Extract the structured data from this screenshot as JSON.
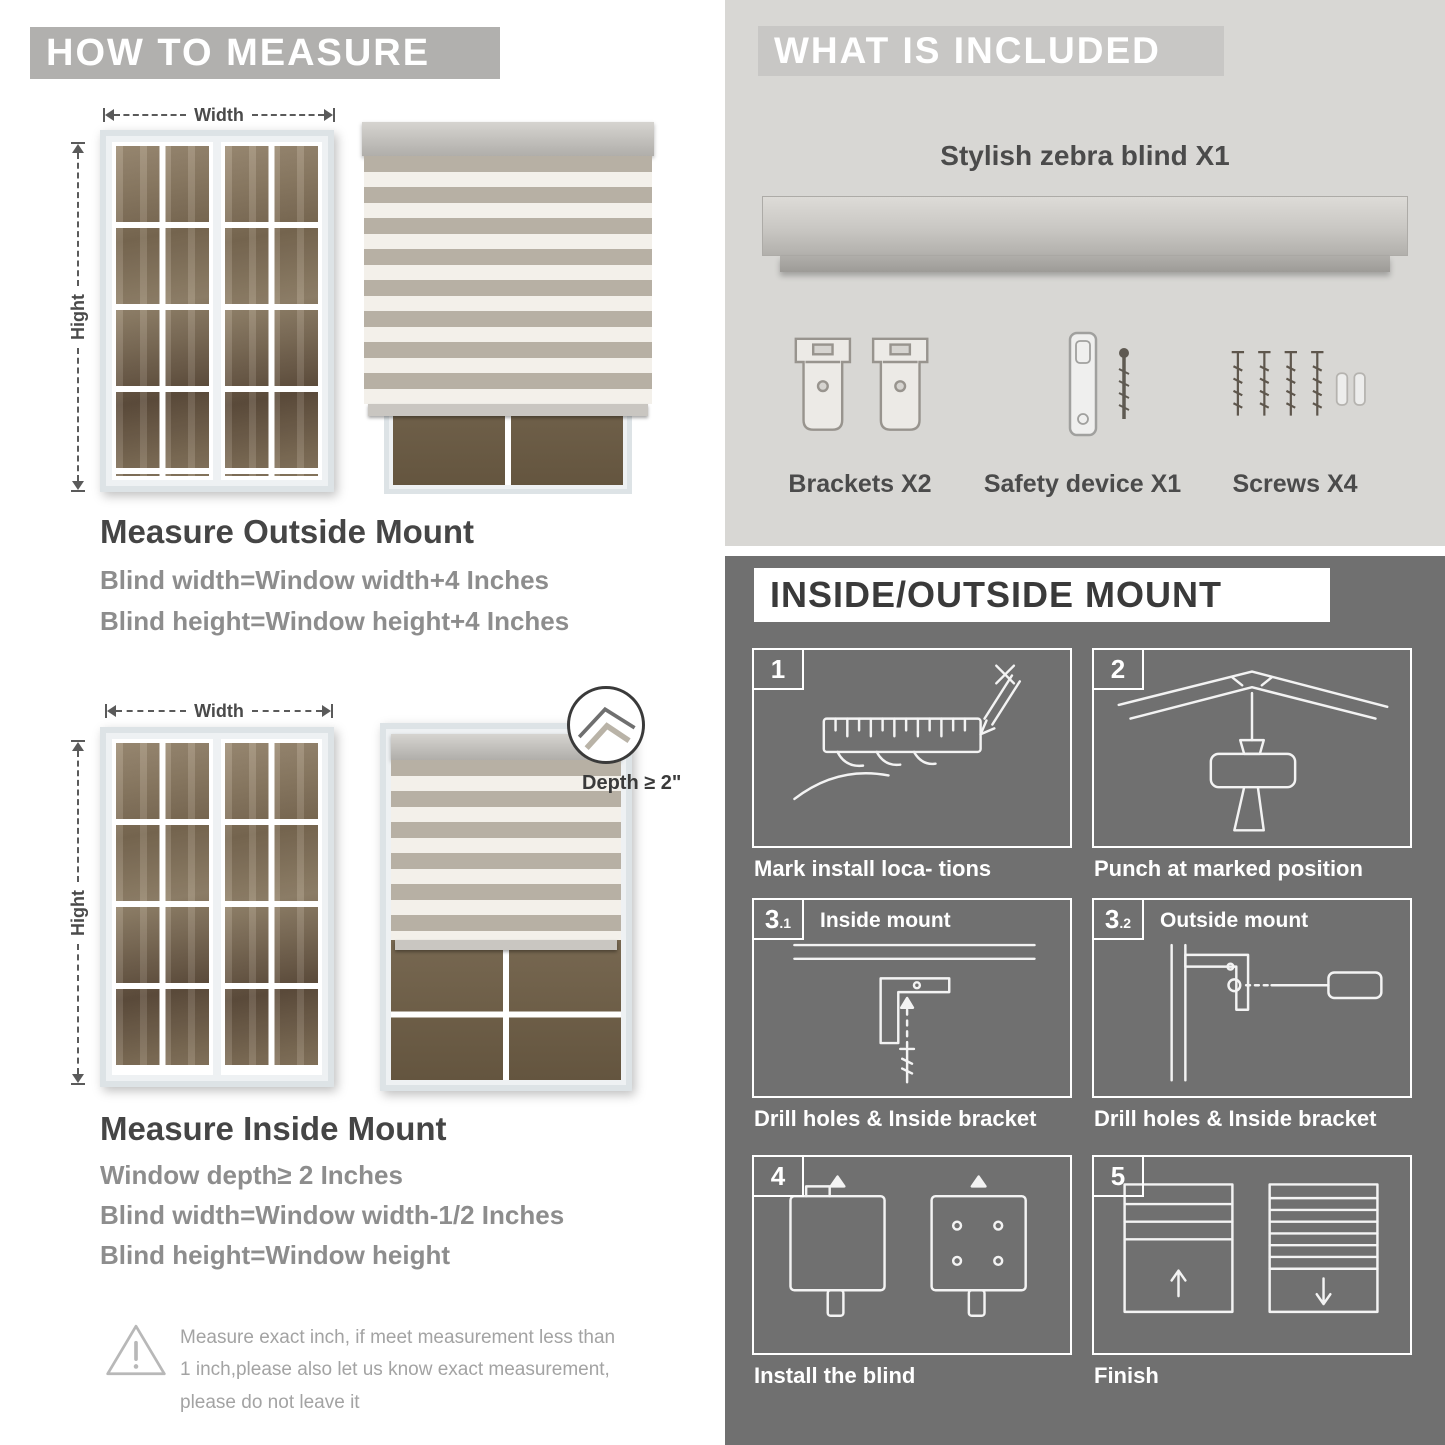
{
  "colors": {
    "left_banner": "#b1b0ae",
    "included_banner": "#c8c7c5",
    "light_panel_bg": "#d8d7d4",
    "dark_panel_bg": "#707070",
    "heading_text": "#454545",
    "formula_text": "#8d8d8d",
    "stripe_taupe": "#b7b0a4",
    "stripe_cream": "#f3f0ea"
  },
  "icons": {
    "warning": "warning-triangle",
    "width_arrow": "double-headed-horizontal-arrow",
    "height_arrow": "double-headed-vertical-arrow"
  },
  "how_to_measure": {
    "header": "HOW TO MEASURE",
    "outside": {
      "width_label": "Width",
      "height_label": "Hight",
      "title": "Measure Outside Mount",
      "lines": [
        "Blind width=Window width+4 Inches",
        "Blind height=Window height+4 Inches"
      ]
    },
    "inside": {
      "width_label": "Width",
      "height_label": "Hight",
      "depth_label": "Depth ≥ 2\"",
      "title": "Measure Inside Mount",
      "lines": [
        "Window depth≥ 2 Inches",
        "Blind width=Window width-1/2 Inches",
        "Blind height=Window height"
      ]
    },
    "note": "Measure exact inch, if meet measurement less than 1 inch,please also let us know exact measurement, please do not leave it"
  },
  "included": {
    "header": "WHAT IS INCLUDED",
    "blind_label": "Stylish zebra blind X1",
    "items": [
      "Brackets X2",
      "Safety device X1",
      "Screws X4"
    ]
  },
  "mount": {
    "header": "INSIDE/OUTSIDE MOUNT",
    "steps": [
      {
        "number": "1",
        "caption": "Mark install loca- tions"
      },
      {
        "number": "2",
        "caption": "Punch at marked position"
      },
      {
        "number": "3",
        "sub": ".1",
        "title": "Inside mount",
        "caption": "Drill holes & Inside bracket"
      },
      {
        "number": "3",
        "sub": ".2",
        "title": "Outside mount",
        "caption": "Drill holes & Inside bracket"
      },
      {
        "number": "4",
        "caption": "Install the blind"
      },
      {
        "number": "5",
        "caption": "Finish"
      }
    ]
  }
}
